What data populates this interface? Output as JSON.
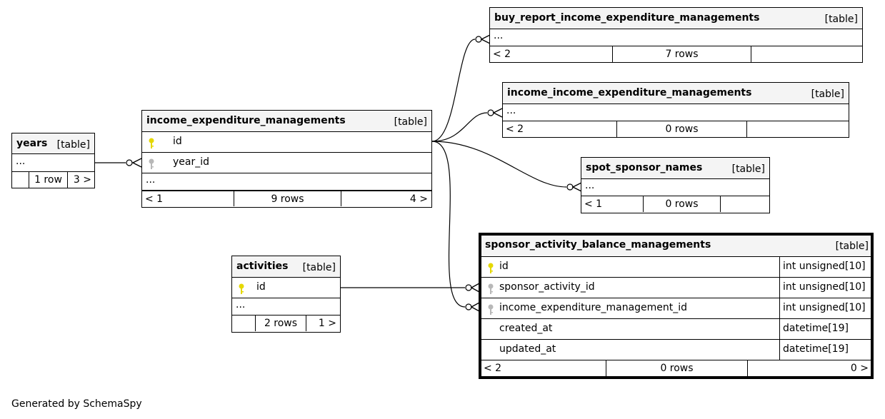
{
  "tables": {
    "years": {
      "name": "years",
      "kind": "[table]",
      "ellipsis": "...",
      "rows": "1 row",
      "parents": "3 >"
    },
    "iem": {
      "name": "income_expenditure_managements",
      "kind": "[table]",
      "col_id": "id",
      "col_year_id": "year_id",
      "ellipsis": "...",
      "children": "< 1",
      "rows": "9 rows",
      "parents": "4 >"
    },
    "buy": {
      "name": "buy_report_income_expenditure_managements",
      "kind": "[table]",
      "ellipsis": "...",
      "children": "< 2",
      "rows": "7 rows"
    },
    "income": {
      "name": "income_income_expenditure_managements",
      "kind": "[table]",
      "ellipsis": "...",
      "children": "< 2",
      "rows": "0 rows"
    },
    "spot": {
      "name": "spot_sponsor_names",
      "kind": "[table]",
      "ellipsis": "...",
      "children": "< 1",
      "rows": "0 rows"
    },
    "activities": {
      "name": "activities",
      "kind": "[table]",
      "col_id": "id",
      "ellipsis": "...",
      "rows": "2 rows",
      "parents": "1 >"
    },
    "sabm": {
      "name": "sponsor_activity_balance_managements",
      "kind": "[table]",
      "columns": [
        {
          "name": "id",
          "type": "int unsigned[10]"
        },
        {
          "name": "sponsor_activity_id",
          "type": "int unsigned[10]"
        },
        {
          "name": "income_expenditure_management_id",
          "type": "int unsigned[10]"
        },
        {
          "name": "created_at",
          "type": "datetime[19]"
        },
        {
          "name": "updated_at",
          "type": "datetime[19]"
        }
      ],
      "children": "< 2",
      "rows": "0 rows",
      "parents": "0 >"
    }
  },
  "colors": {
    "primary_key": "#e5d800",
    "foreign_key": "#b8b8b8",
    "header_bg": "#f4f4f4"
  },
  "footer": {
    "generated_by": "Generated by SchemaSpy"
  }
}
